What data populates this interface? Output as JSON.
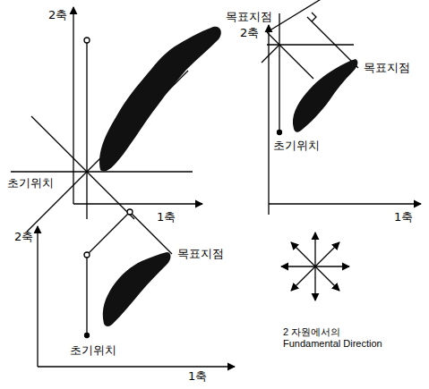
{
  "diagram": {
    "labels": [
      "2축",
      "목표지점",
      "초기위치",
      "1축",
      "2축",
      "목표지점",
      "초기위치",
      "1축",
      "2축",
      "목표지점",
      "초기위치",
      "1축",
      "2 자원에서의 Fundamental Direction"
    ]
  }
}
